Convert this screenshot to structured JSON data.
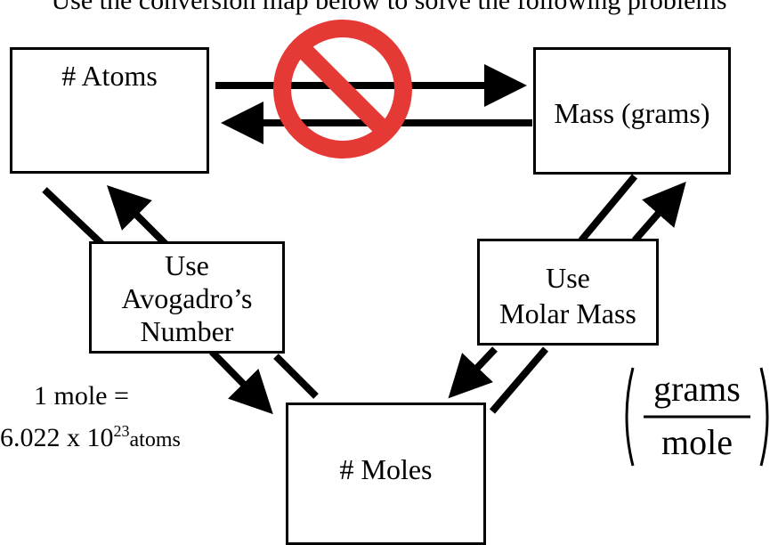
{
  "instruction": "Use the conversion map below to solve the following problems",
  "boxes": {
    "atoms": "# Atoms",
    "mass": "Mass (grams)",
    "moles": "# Moles",
    "avogadro_line1": "Use",
    "avogadro_line2": "Avogadro’s",
    "avogadro_line3": "Number",
    "molar_line1": "Use",
    "molar_line2": "Molar Mass"
  },
  "equation": {
    "text": "1 mole =",
    "number": "6.022 x 10",
    "exponent": "23",
    "unit": "atoms"
  },
  "fraction": {
    "numerator": "grams",
    "denominator": "mole"
  },
  "colors": {
    "no_symbol": "#e53935",
    "line": "#000000"
  },
  "icons": [
    "prohibited-icon"
  ]
}
